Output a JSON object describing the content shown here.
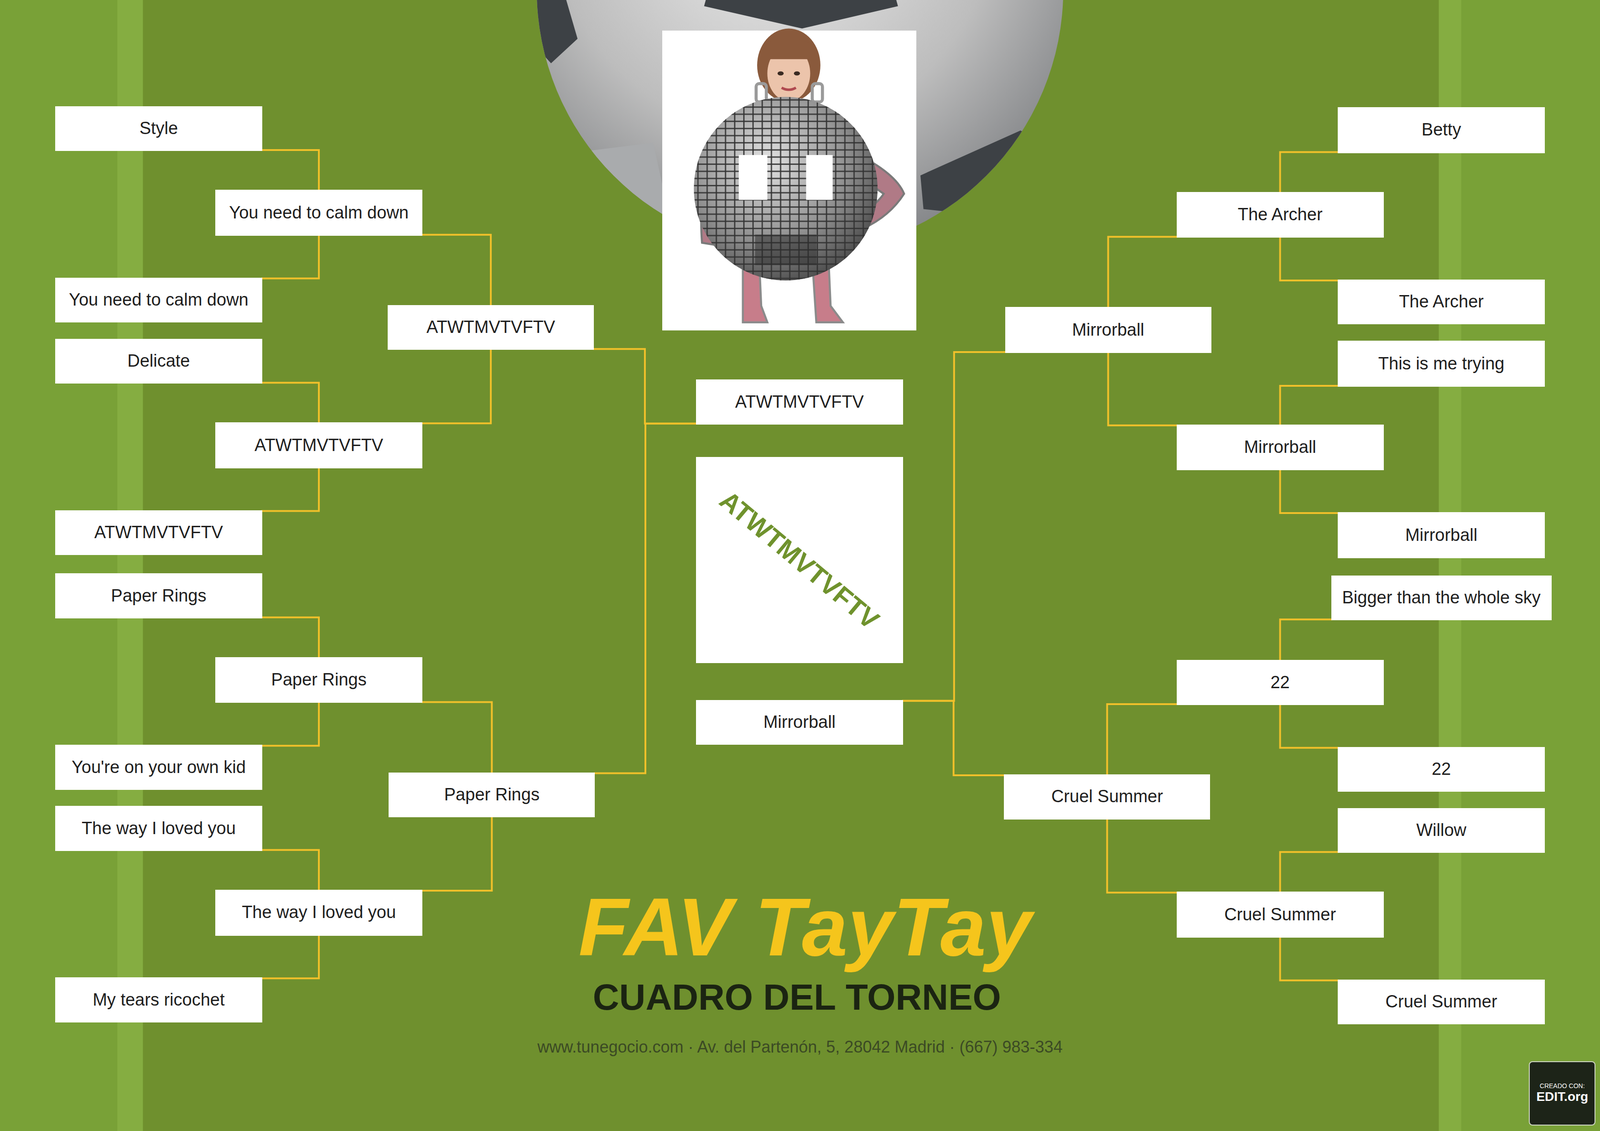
{
  "diagram": {
    "title": "FAV TayTay",
    "caption": "CUADRO DEL TORNEO",
    "nodes": [
      {
        "text": [
          "Style"
        ]
      },
      {
        "text": [
          "You need to calm down"
        ]
      },
      {
        "text": [
          "Delicate"
        ]
      },
      {
        "text": [
          "ATWTMVTVFTV"
        ]
      },
      {
        "text": [
          "Paper Rings"
        ]
      },
      {
        "text": [
          "You're on your own kid"
        ]
      },
      {
        "text": [
          "The way I loved you"
        ]
      },
      {
        "text": [
          "My tears ricochet"
        ]
      },
      {
        "text": [
          "You need to calm down"
        ]
      },
      {
        "text": [
          "ATWTMVTVFTV"
        ]
      },
      {
        "text": [
          "Paper Rings"
        ]
      },
      {
        "text": [
          "The way I loved you"
        ]
      },
      {
        "text": [
          "ATWTMVTVFTV"
        ]
      },
      {
        "text": [
          "Paper Rings"
        ]
      },
      {
        "text": [
          "ATWTMVTVFTV"
        ]
      },
      {
        "text": [
          "ATWTMVTVFTV"
        ]
      },
      {
        "text": [
          "Mirrorball"
        ]
      },
      {
        "text": [
          "Mirrorball"
        ]
      },
      {
        "text": [
          "Cruel Summer"
        ]
      },
      {
        "text": [
          "The Archer"
        ]
      },
      {
        "text": [
          "Mirrorball"
        ]
      },
      {
        "text": [
          "22"
        ]
      },
      {
        "text": [
          "Cruel Summer"
        ]
      },
      {
        "text": [
          "Betty"
        ]
      },
      {
        "text": [
          "The Archer"
        ]
      },
      {
        "text": [
          "This is me trying"
        ]
      },
      {
        "text": [
          "Mirrorball"
        ]
      },
      {
        "text": [
          "Bigger than the whole sky"
        ]
      },
      {
        "text": [
          "22"
        ]
      },
      {
        "text": [
          "Willow"
        ]
      },
      {
        "text": [
          "Cruel Summer"
        ]
      },
      {
        "text": [
          "CREADO CON:",
          "EDIT.org"
        ]
      }
    ],
    "edges": [
      {
        "from": 0,
        "to": 8,
        "arrow": "none"
      },
      {
        "from": 1,
        "to": 8,
        "arrow": "none"
      },
      {
        "from": 2,
        "to": 9,
        "arrow": "none"
      },
      {
        "from": 3,
        "to": 9,
        "arrow": "none"
      },
      {
        "from": 4,
        "to": 10,
        "arrow": "none"
      },
      {
        "from": 5,
        "to": 10,
        "arrow": "none"
      },
      {
        "from": 6,
        "to": 11,
        "arrow": "none"
      },
      {
        "from": 7,
        "to": 11,
        "arrow": "none"
      },
      {
        "from": 8,
        "to": 12,
        "arrow": "none"
      },
      {
        "from": 9,
        "to": 12,
        "arrow": "none"
      },
      {
        "from": 10,
        "to": 13,
        "arrow": "none"
      },
      {
        "from": 11,
        "to": 13,
        "arrow": "none"
      },
      {
        "from": 12,
        "to": 14,
        "arrow": "none"
      },
      {
        "from": 13,
        "to": 14,
        "arrow": "none"
      },
      {
        "from": 23,
        "to": 19,
        "arrow": "none"
      },
      {
        "from": 24,
        "to": 19,
        "arrow": "none"
      },
      {
        "from": 25,
        "to": 20,
        "arrow": "none"
      },
      {
        "from": 26,
        "to": 20,
        "arrow": "none"
      },
      {
        "from": 27,
        "to": 21,
        "arrow": "none"
      },
      {
        "from": 28,
        "to": 21,
        "arrow": "none"
      },
      {
        "from": 29,
        "to": 22,
        "arrow": "none"
      },
      {
        "from": 30,
        "to": 22,
        "arrow": "none"
      },
      {
        "from": 19,
        "to": 17,
        "arrow": "none"
      },
      {
        "from": 20,
        "to": 17,
        "arrow": "none"
      },
      {
        "from": 21,
        "to": 18,
        "arrow": "none"
      },
      {
        "from": 22,
        "to": 18,
        "arrow": "none"
      },
      {
        "from": 17,
        "to": 16,
        "arrow": "none"
      },
      {
        "from": 18,
        "to": 16,
        "arrow": "none"
      }
    ],
    "labels": [
      "www.tunegocio.com · Av. del Partenón, 5, 28042 Madrid · (667) 983-334"
    ]
  }
}
